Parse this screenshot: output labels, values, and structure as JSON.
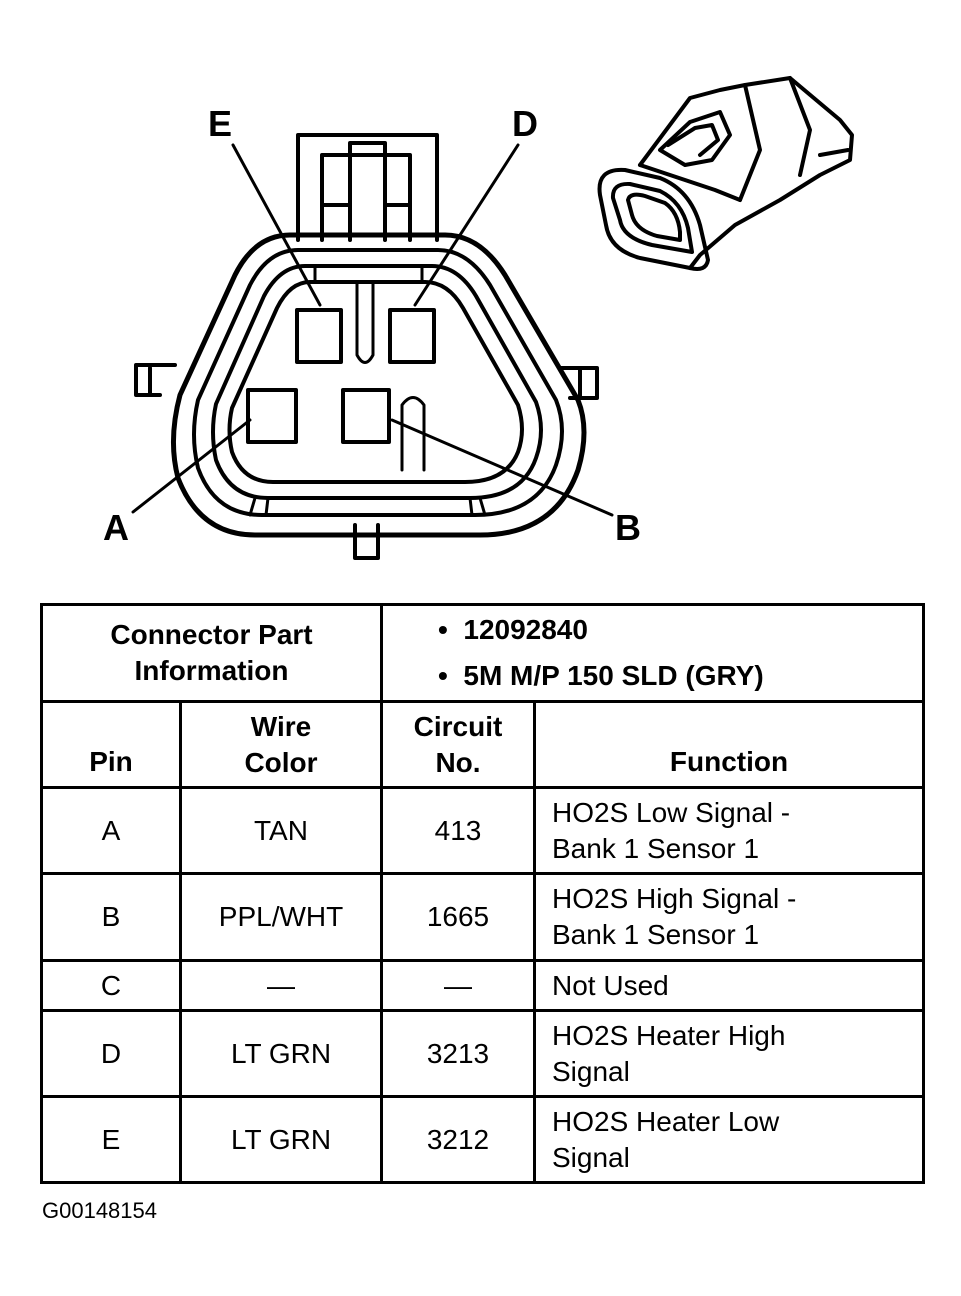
{
  "diagram": {
    "pins": [
      "E",
      "D",
      "A",
      "B"
    ]
  },
  "table": {
    "info_label": [
      "Connector Part",
      "Information"
    ],
    "info_items": [
      "12092840",
      "5M M/P 150 SLD (GRY)"
    ],
    "headers": {
      "pin": "Pin",
      "wire_color": [
        "Wire",
        "Color"
      ],
      "circuit": [
        "Circuit",
        "No."
      ],
      "function": "Function"
    },
    "rows": [
      {
        "pin": "A",
        "wire": "TAN",
        "circuit": "413",
        "function": [
          "HO2S Low Signal -",
          "Bank 1 Sensor 1"
        ]
      },
      {
        "pin": "B",
        "wire": "PPL/WHT",
        "circuit": "1665",
        "function": [
          "HO2S High Signal -",
          "Bank 1 Sensor 1"
        ]
      },
      {
        "pin": "C",
        "wire": "—",
        "circuit": "—",
        "function": [
          "Not Used"
        ]
      },
      {
        "pin": "D",
        "wire": "LT GRN",
        "circuit": "3213",
        "function": [
          "HO2S Heater High",
          "Signal"
        ]
      },
      {
        "pin": "E",
        "wire": "LT GRN",
        "circuit": "3212",
        "function": [
          "HO2S Heater Low",
          "Signal"
        ]
      }
    ]
  },
  "footer": {
    "code": "G00148154"
  }
}
